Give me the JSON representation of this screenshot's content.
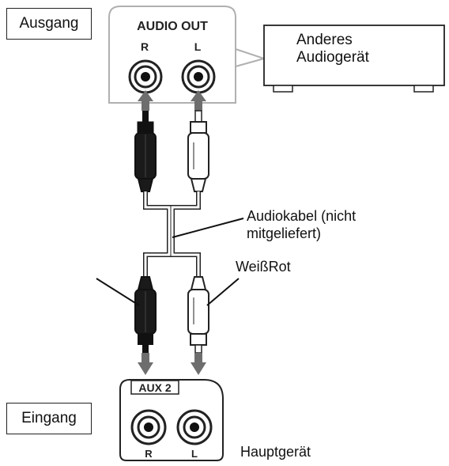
{
  "labels": {
    "ausgang": "Ausgang",
    "eingang": "Eingang",
    "audio_out": "AUDIO OUT",
    "r": "R",
    "l": "L",
    "aux2": "AUX 2",
    "other_device": "Anderes Audiogerät",
    "cable": "Audiokabel (nicht mitgeliefert)",
    "plug_colors": "WeißRot",
    "main_unit": "Hauptgerät"
  },
  "colors": {
    "line": "#222222",
    "plug_dark": "#1a1a1a",
    "plug_light": "#ffffff",
    "arrow": "#6e6e6e",
    "panel_border": "#b5b5b5"
  }
}
